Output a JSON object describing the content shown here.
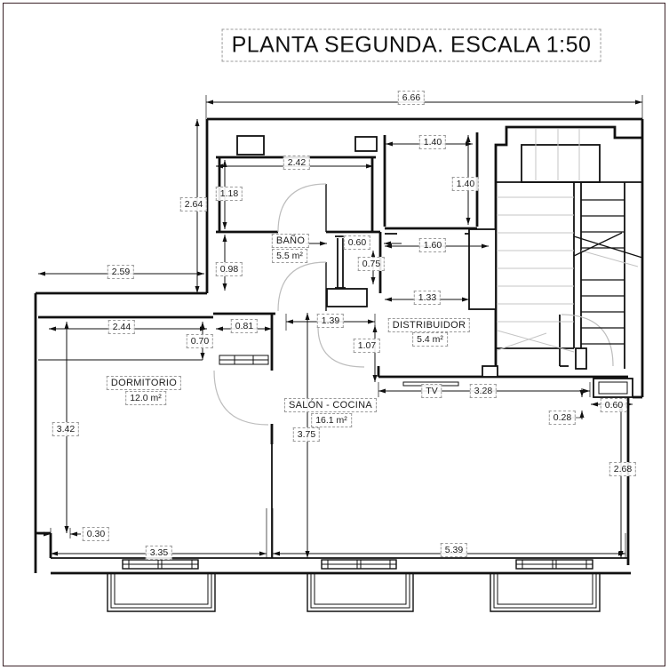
{
  "title": "PLANTA SEGUNDA. ESCALA 1:50",
  "rooms": [
    {
      "name": "BAÑO",
      "area": "5.5 m²"
    },
    {
      "name": "DISTRIBUIDOR",
      "area": "5.4 m²"
    },
    {
      "name": "DORMITORIO",
      "area": "12.0 m²"
    },
    {
      "name": "SALÓN - COCINA",
      "area": "16.1 m²"
    }
  ],
  "annotations": {
    "tv": "TV"
  },
  "dims": {
    "overall_top": "6.66",
    "upper_left_height": "2.64",
    "bano_width": "2.42",
    "patio_width": "1.40",
    "patio_height": "1.40",
    "bano_left_upper": "1.18",
    "bano_left_lower": "0.98",
    "notch_width": "2.59",
    "corridor_door": "0.60",
    "distribuidor_top": "1.60",
    "corridor_depth": "0.75",
    "distribuidor_width": "1.33",
    "dormitorio_top": "2.44",
    "closet_width": "0.81",
    "sill_height": "0.70",
    "salon_door_width": "1.39",
    "salon_door_depth": "1.07",
    "dormitorio_left": "3.42",
    "salon_height": "3.75",
    "salon_top": "3.28",
    "niche_offset": "0.28",
    "niche_width": "0.60",
    "salon_right": "2.68",
    "step_left": "0.30",
    "bottom_left": "3.35",
    "bottom_right": "5.39"
  },
  "colors": {
    "wall": "#111111",
    "light_line": "#bdbdbd",
    "page_border": "#3a2228",
    "dash_box": "#9b9b9b"
  }
}
